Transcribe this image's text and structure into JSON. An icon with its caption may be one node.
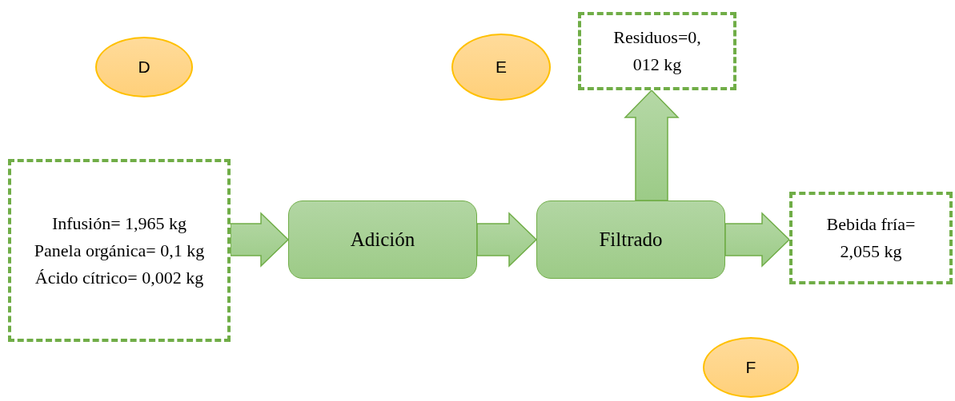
{
  "diagram": {
    "nodes": [
      {
        "text": [
          "Infusión= 1,965 kg",
          "Panela orgánica= 0,1 kg",
          "Ácido cítrico= 0,002 kg"
        ]
      },
      {
        "text": [
          "Adición"
        ]
      },
      {
        "text": [
          "Filtrado"
        ]
      },
      {
        "text": [
          "Residuos=0, 012 kg"
        ]
      },
      {
        "text": [
          "Bebida fría= 2,055 kg"
        ]
      },
      {
        "text": [
          "D"
        ]
      },
      {
        "text": [
          "E"
        ]
      },
      {
        "text": [
          "F"
        ]
      }
    ],
    "edges": [
      {
        "from": 0,
        "to": 1,
        "arrow": "to"
      },
      {
        "from": 1,
        "to": 2,
        "arrow": "to"
      },
      {
        "from": 2,
        "to": 3,
        "arrow": "to"
      },
      {
        "from": 2,
        "to": 4,
        "arrow": "to"
      }
    ]
  }
}
